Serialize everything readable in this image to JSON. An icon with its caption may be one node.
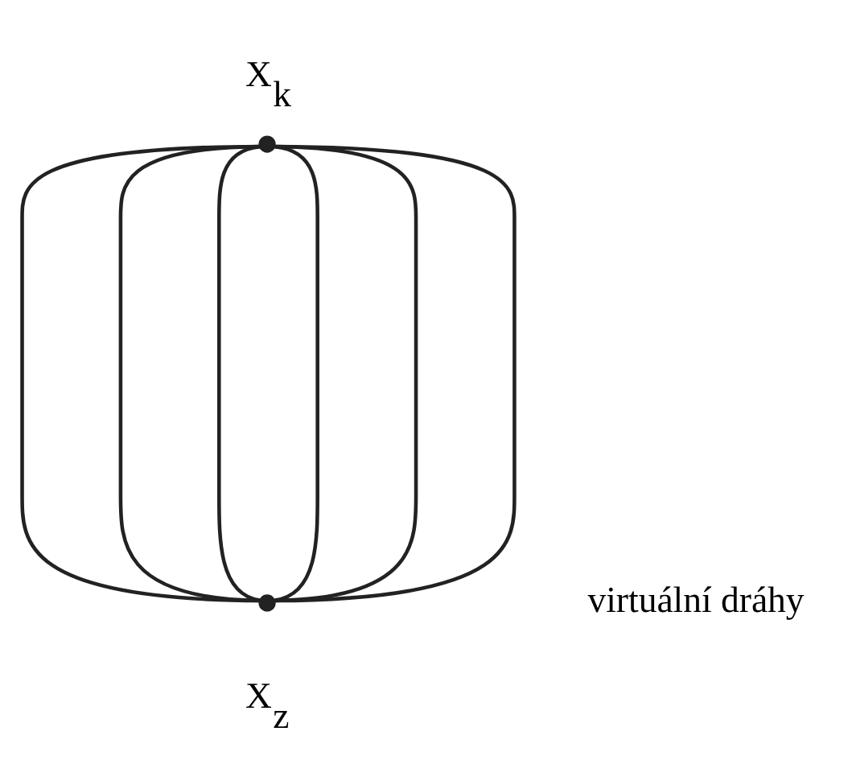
{
  "diagram": {
    "nodes": [
      {
        "text": [],
        "shape": "circle",
        "beside": [
          "X$_{k}$"
        ]
      },
      {
        "text": [],
        "shape": "circle",
        "beside": [
          "X$_{z}$"
        ]
      }
    ],
    "edges": [
      {
        "from": 0,
        "to": 1,
        "arrow": "none"
      },
      {
        "from": 0,
        "to": 1,
        "arrow": "none"
      },
      {
        "from": 0,
        "to": 1,
        "arrow": "none"
      },
      {
        "from": 0,
        "to": 1,
        "arrow": "none"
      },
      {
        "from": 0,
        "to": 1,
        "arrow": "none"
      },
      {
        "from": 0,
        "to": 1,
        "arrow": "none"
      }
    ],
    "labels": [
      "virtuální dráhy"
    ]
  }
}
